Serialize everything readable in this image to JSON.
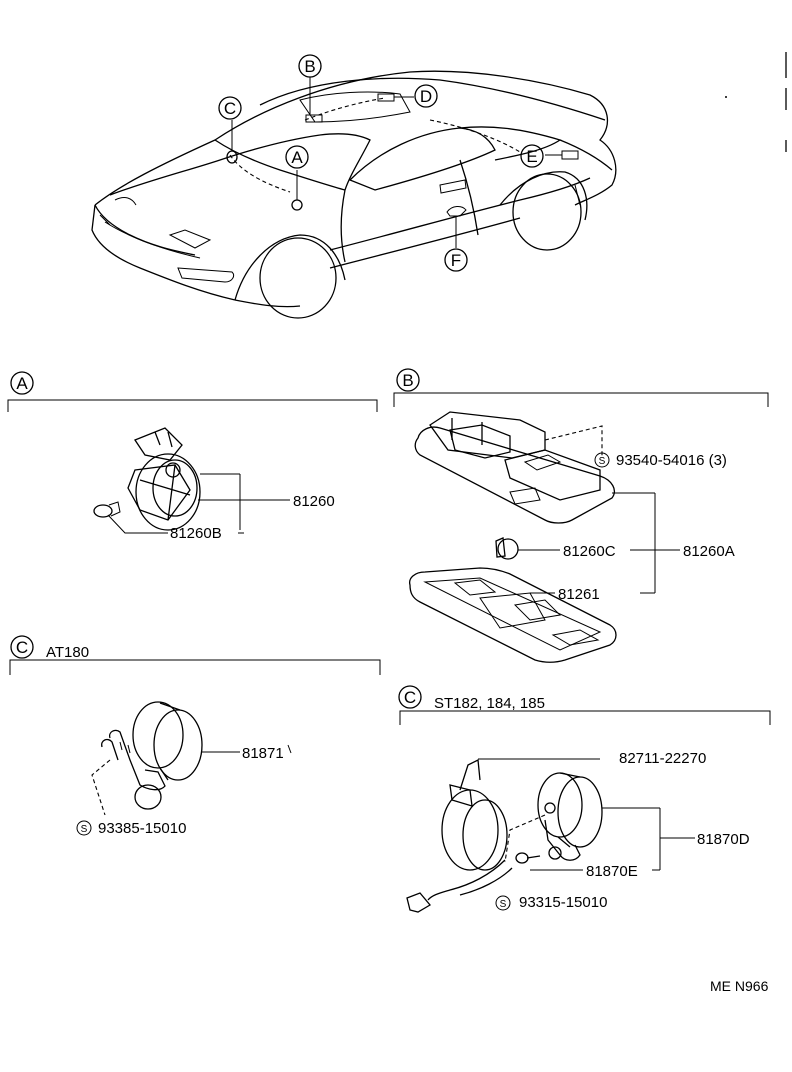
{
  "car_callouts": {
    "A": "A",
    "B": "B",
    "C": "C",
    "D": "D",
    "E": "E",
    "F": "F"
  },
  "section_a": {
    "letter": "A",
    "subtitle": "",
    "parts": {
      "socket_assembly": "81260",
      "bulb": "81260B"
    }
  },
  "section_b": {
    "letter": "B",
    "subtitle": "",
    "parts": {
      "screw_prefix": "S",
      "screw": "93540-54016 (3)",
      "bulb": "81260C",
      "lamp_assembly": "81260A",
      "lens": "81261"
    }
  },
  "section_c1": {
    "letter": "C",
    "subtitle": "AT180",
    "parts": {
      "lamp": "81871",
      "screw_prefix": "S",
      "screw": "93385-15010"
    }
  },
  "section_c2": {
    "letter": "C",
    "subtitle": "ST182, 184, 185",
    "parts": {
      "wire": "82711-22270",
      "lamp_assembly": "81870D",
      "lamp": "81870E",
      "screw_prefix": "S",
      "screw": "93315-15010"
    }
  },
  "footer": {
    "drawing_code": "ME N966"
  }
}
